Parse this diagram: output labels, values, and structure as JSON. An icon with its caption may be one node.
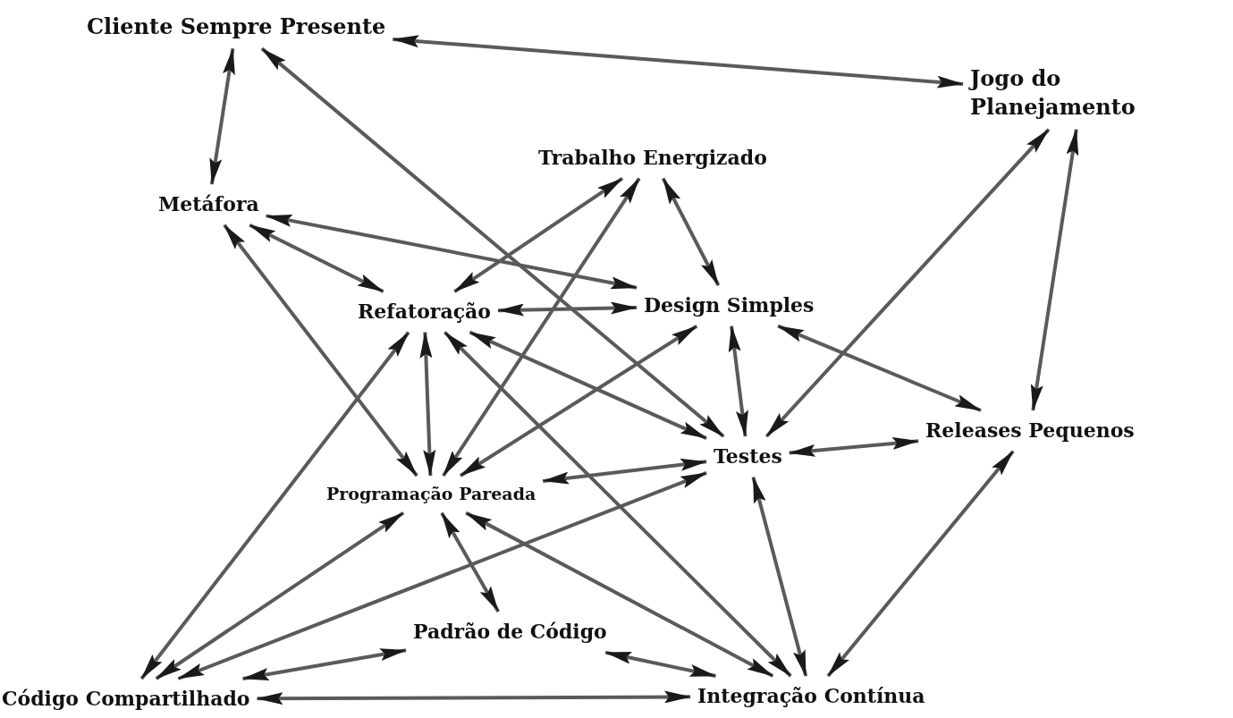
{
  "diagram": {
    "nodes": [
      {
        "text": [
          "Cliente Sempre Presente"
        ]
      },
      {
        "text": [
          "Jogo do Planejamento"
        ]
      },
      {
        "text": [
          "Metáfora"
        ]
      },
      {
        "text": [
          "Trabalho Energizado"
        ]
      },
      {
        "text": [
          "Refatoração"
        ]
      },
      {
        "text": [
          "Design Simples"
        ]
      },
      {
        "text": [
          "Testes"
        ]
      },
      {
        "text": [
          "Releases Pequenos"
        ]
      },
      {
        "text": [
          "Programação Pareada"
        ]
      },
      {
        "text": [
          "Padrão de Código"
        ]
      },
      {
        "text": [
          "Código Compartilhado"
        ]
      },
      {
        "text": [
          "Integração Contínua"
        ]
      }
    ],
    "edges": [
      {
        "from": 0,
        "to": 1,
        "arrow": "both"
      },
      {
        "from": 0,
        "to": 2,
        "arrow": "both"
      },
      {
        "from": 0,
        "to": 6,
        "arrow": "both"
      },
      {
        "from": 1,
        "to": 6,
        "arrow": "both"
      },
      {
        "from": 1,
        "to": 7,
        "arrow": "both"
      },
      {
        "from": 2,
        "to": 5,
        "arrow": "both"
      },
      {
        "from": 2,
        "to": 4,
        "arrow": "both"
      },
      {
        "from": 2,
        "to": 8,
        "arrow": "both"
      },
      {
        "from": 3,
        "to": 4,
        "arrow": "both"
      },
      {
        "from": 3,
        "to": 8,
        "arrow": "both"
      },
      {
        "from": 3,
        "to": 5,
        "arrow": "both"
      },
      {
        "from": 4,
        "to": 5,
        "arrow": "both"
      },
      {
        "from": 4,
        "to": 10,
        "arrow": "both"
      },
      {
        "from": 4,
        "to": 8,
        "arrow": "both"
      },
      {
        "from": 4,
        "to": 6,
        "arrow": "both"
      },
      {
        "from": 4,
        "to": 11,
        "arrow": "both"
      },
      {
        "from": 5,
        "to": 8,
        "arrow": "both"
      },
      {
        "from": 5,
        "to": 6,
        "arrow": "both"
      },
      {
        "from": 5,
        "to": 7,
        "arrow": "both"
      },
      {
        "from": 6,
        "to": 7,
        "arrow": "both"
      },
      {
        "from": 6,
        "to": 8,
        "arrow": "both"
      },
      {
        "from": 6,
        "to": 10,
        "arrow": "both"
      },
      {
        "from": 6,
        "to": 11,
        "arrow": "both"
      },
      {
        "from": 7,
        "to": 11,
        "arrow": "both"
      },
      {
        "from": 8,
        "to": 10,
        "arrow": "both"
      },
      {
        "from": 8,
        "to": 9,
        "arrow": "both"
      },
      {
        "from": 8,
        "to": 11,
        "arrow": "both"
      },
      {
        "from": 9,
        "to": 10,
        "arrow": "both"
      },
      {
        "from": 9,
        "to": 11,
        "arrow": "both"
      },
      {
        "from": 10,
        "to": 11,
        "arrow": "both"
      }
    ]
  }
}
